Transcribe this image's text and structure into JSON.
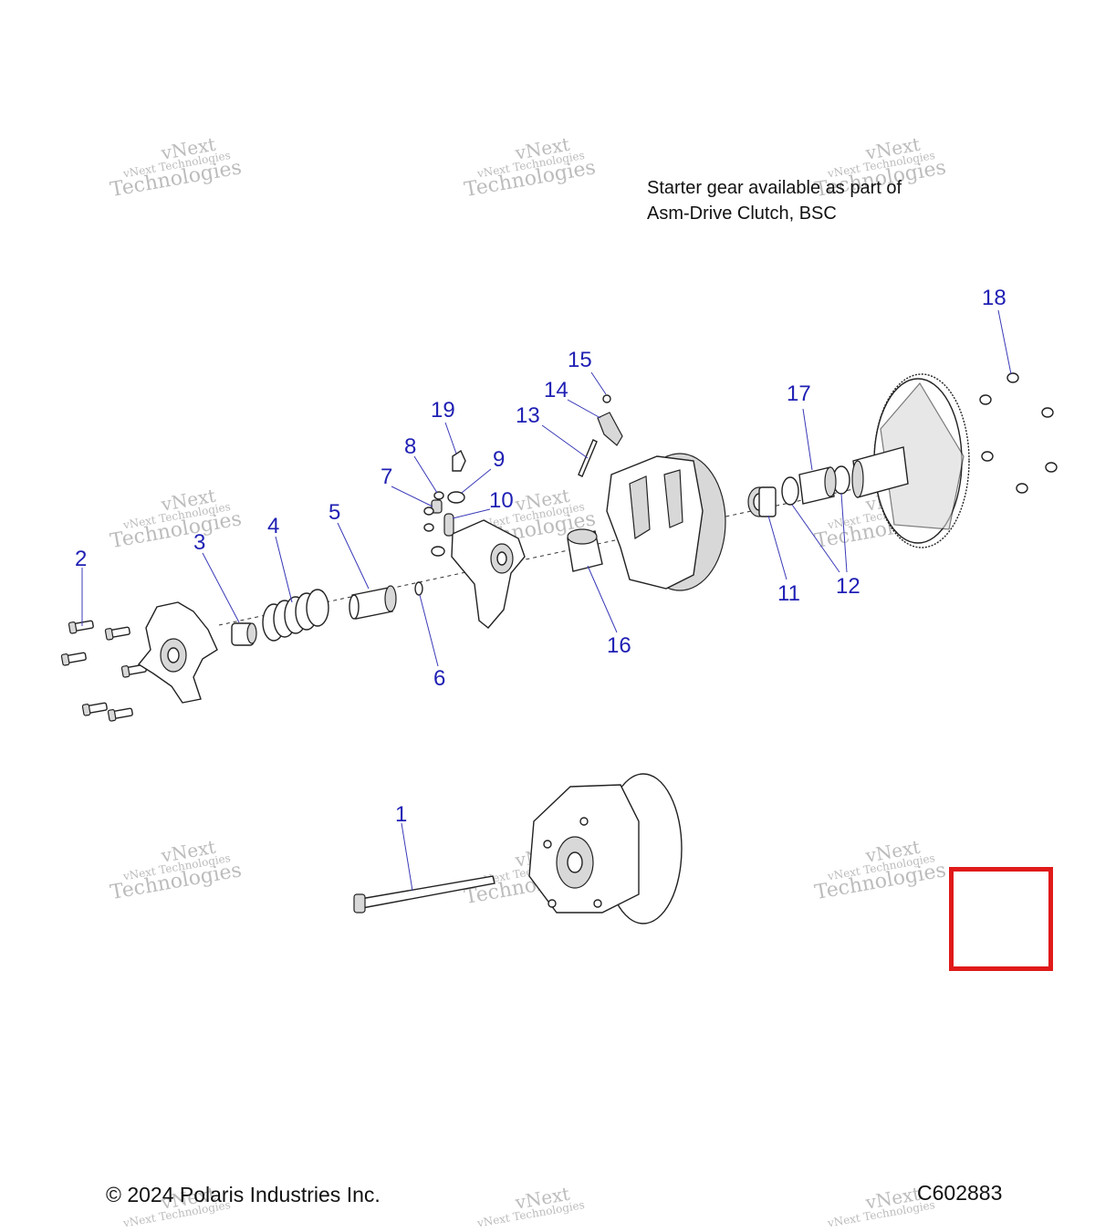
{
  "note": {
    "line1": "Starter gear available as part of",
    "line2": "Asm-Drive Clutch, BSC"
  },
  "callouts": [
    "1",
    "2",
    "3",
    "4",
    "5",
    "6",
    "7",
    "8",
    "9",
    "10",
    "11",
    "12",
    "13",
    "14",
    "15",
    "16",
    "17",
    "18",
    "19"
  ],
  "watermark": {
    "line1": "vNext Technologies",
    "line2": "vNext",
    "line3": "Technologies"
  },
  "footer": {
    "copyright": "© 2024 Polaris Industries Inc.",
    "code": "C602883"
  },
  "colors": {
    "callout": "#1f1fb4",
    "highlight_box": "#e01a1a"
  }
}
